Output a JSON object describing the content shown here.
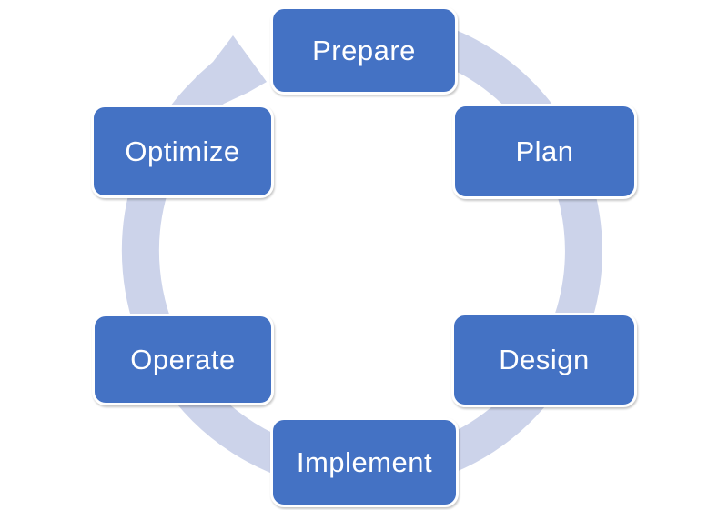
{
  "diagram": {
    "type": "cycle",
    "direction": "clockwise",
    "nodes": [
      {
        "label": "Prepare",
        "position": "top"
      },
      {
        "label": "Plan",
        "position": "upper-right"
      },
      {
        "label": "Design",
        "position": "lower-right"
      },
      {
        "label": "Implement",
        "position": "bottom"
      },
      {
        "label": "Operate",
        "position": "lower-left"
      },
      {
        "label": "Optimize",
        "position": "upper-left"
      }
    ],
    "arrow": {
      "from": "Optimize",
      "to": "Prepare",
      "description": "circular ring arrow pointing clockwise into Prepare"
    },
    "colors": {
      "node_fill": "#4472C4",
      "node_border": "#FFFFFF",
      "node_text": "#FFFFFF",
      "ring": "#CCD3EA",
      "background": "#FFFFFF"
    }
  }
}
